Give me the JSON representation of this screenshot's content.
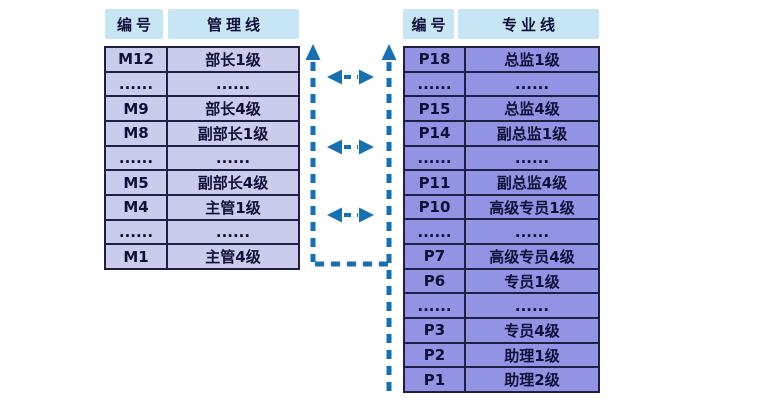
{
  "colors": {
    "header_bg": "#c6e6f5",
    "left_cell_bg": "#cbcbec",
    "right_cell_bg": "#9393e3",
    "border": "#1f1f46",
    "text": "#10103a",
    "arrow": "#1570b4"
  },
  "left_table": {
    "headers": [
      "编号",
      "管理线"
    ],
    "rows": [
      [
        "M12",
        "部长1级"
      ],
      [
        "......",
        "......"
      ],
      [
        "M9",
        "部长4级"
      ],
      [
        "M8",
        "副部长1级"
      ],
      [
        "......",
        "......"
      ],
      [
        "M5",
        "副部长4级"
      ],
      [
        "M4",
        "主管1级"
      ],
      [
        "......",
        "......"
      ],
      [
        "M1",
        "主管4级"
      ]
    ]
  },
  "right_table": {
    "headers": [
      "编号",
      "专业线"
    ],
    "rows": [
      [
        "P18",
        "总监1级"
      ],
      [
        "......",
        "......"
      ],
      [
        "P15",
        "总监4级"
      ],
      [
        "P14",
        "副总监1级"
      ],
      [
        "......",
        "......"
      ],
      [
        "P11",
        "副总监4级"
      ],
      [
        "P10",
        "高级专员1级"
      ],
      [
        "......",
        "......"
      ],
      [
        "P7",
        "高级专员4级"
      ],
      [
        "P6",
        "专员1级"
      ],
      [
        "......",
        "......"
      ],
      [
        "P3",
        "专员4级"
      ],
      [
        "P2",
        "助理1级"
      ],
      [
        "P1",
        "助理2级"
      ]
    ]
  },
  "icons": {
    "up_arrow": "promotion direction up",
    "double_arrow": "cross-track transfer"
  }
}
